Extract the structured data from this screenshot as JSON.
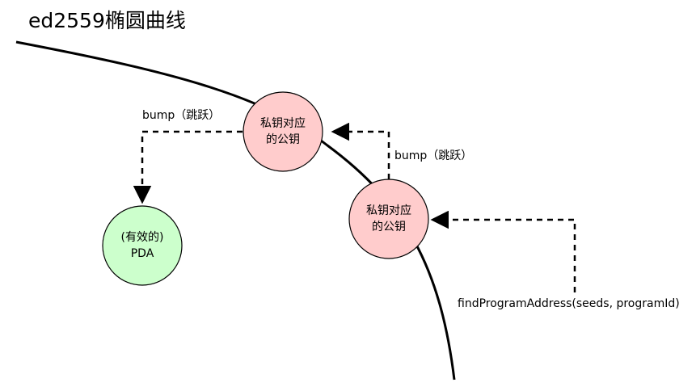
{
  "title": "ed2559椭圆曲线",
  "nodes": {
    "key1": {
      "line1": "私钥对应",
      "line2": "的公钥",
      "fill": "#ffcccc"
    },
    "key2": {
      "line1": "私钥对应",
      "line2": "的公钥",
      "fill": "#ffcccc"
    },
    "pda": {
      "line1": "(有效的)",
      "line2": "PDA",
      "fill": "#ccffcc"
    }
  },
  "edges": {
    "bump_left": "bump（跳跃）",
    "bump_right": "bump（跳跃）",
    "find": "findProgramAddress(seeds, programId)"
  }
}
